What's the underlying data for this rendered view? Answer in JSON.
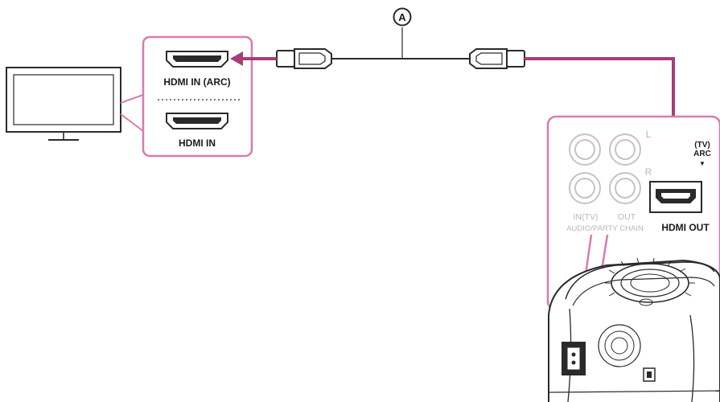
{
  "cable": {
    "marker": "A"
  },
  "tv_panel": {
    "port_arc_label": "HDMI IN (ARC)",
    "port_label": "HDMI IN"
  },
  "device_panel": {
    "channel_left": "L",
    "channel_right": "R",
    "input_label": "IN(TV)",
    "output_label": "OUT",
    "chain_label": "AUDIO/PARTY CHAIN",
    "arc_line1": "(TV)",
    "arc_line2": "ARC",
    "arc_arrow": "▼",
    "hdmi_out_label": "HDMI OUT"
  },
  "colors": {
    "accent": "#a63d78",
    "callout_border": "#d97ab1",
    "line": "#2a2a2a",
    "grey_ports": "#c4c4c4"
  },
  "icons": [
    "tv-icon",
    "hdmi-port-icon",
    "hdmi-plug-icon",
    "rca-jack-icon",
    "speaker-system-icon"
  ]
}
